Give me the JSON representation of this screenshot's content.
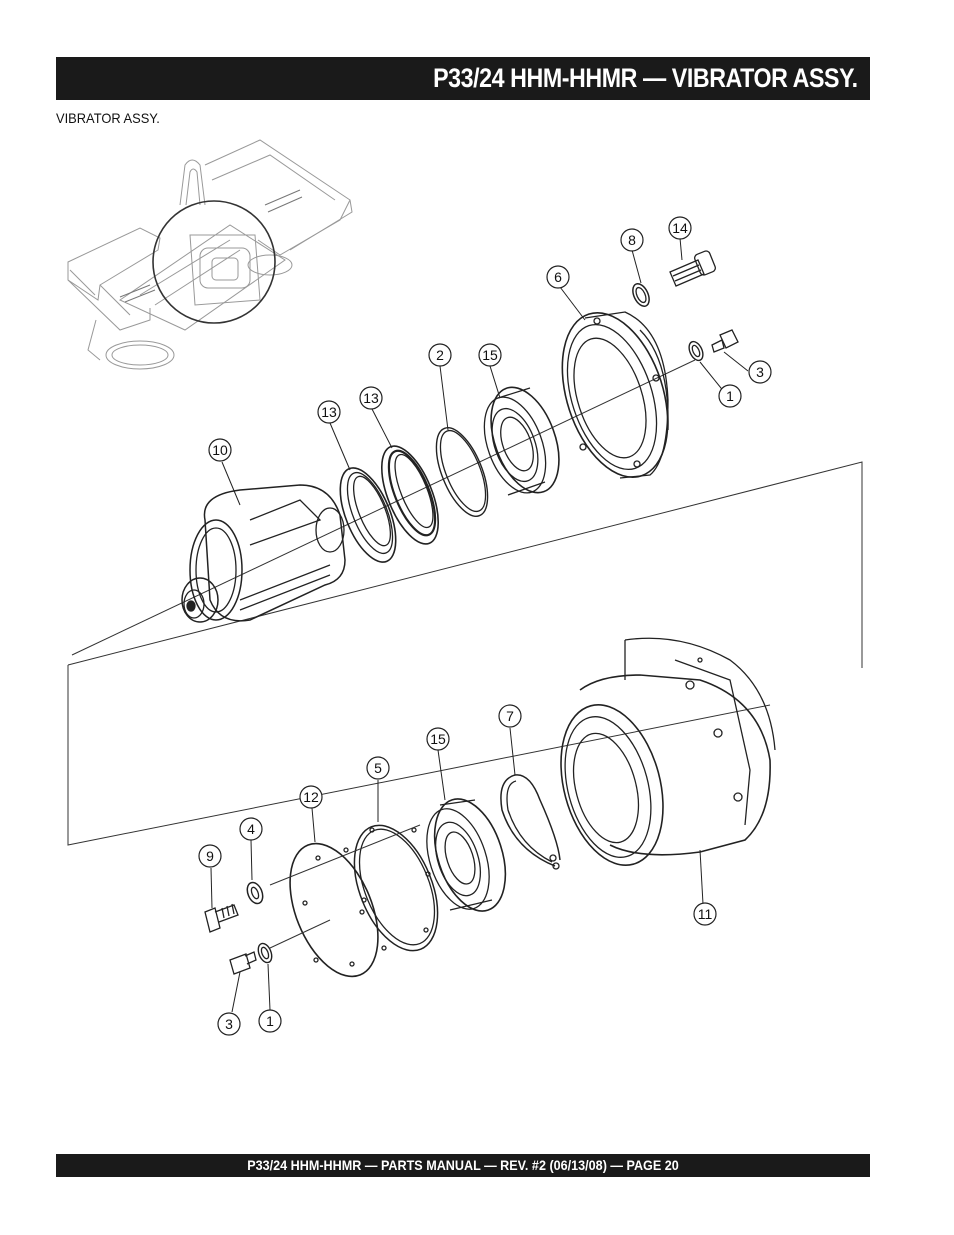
{
  "header": {
    "title": "P33/24 HHM-HHMR — VIBRATOR ASSY."
  },
  "subtitle": "VIBRATOR ASSY.",
  "footer": {
    "text": "P33/24 HHM-HHMR — PARTS MANUAL — REV. #2 (06/13/08) — PAGE 20"
  },
  "callouts": {
    "c8": "8",
    "c14": "14",
    "c6": "6",
    "c2": "2",
    "c15a": "15",
    "c13a": "13",
    "c13b": "13",
    "c10": "10",
    "c3a": "3",
    "c1a": "1",
    "c7": "7",
    "c15b": "15",
    "c5": "5",
    "c12": "12",
    "c4": "4",
    "c9": "9",
    "c11": "11",
    "c3b": "3",
    "c1b": "1"
  }
}
